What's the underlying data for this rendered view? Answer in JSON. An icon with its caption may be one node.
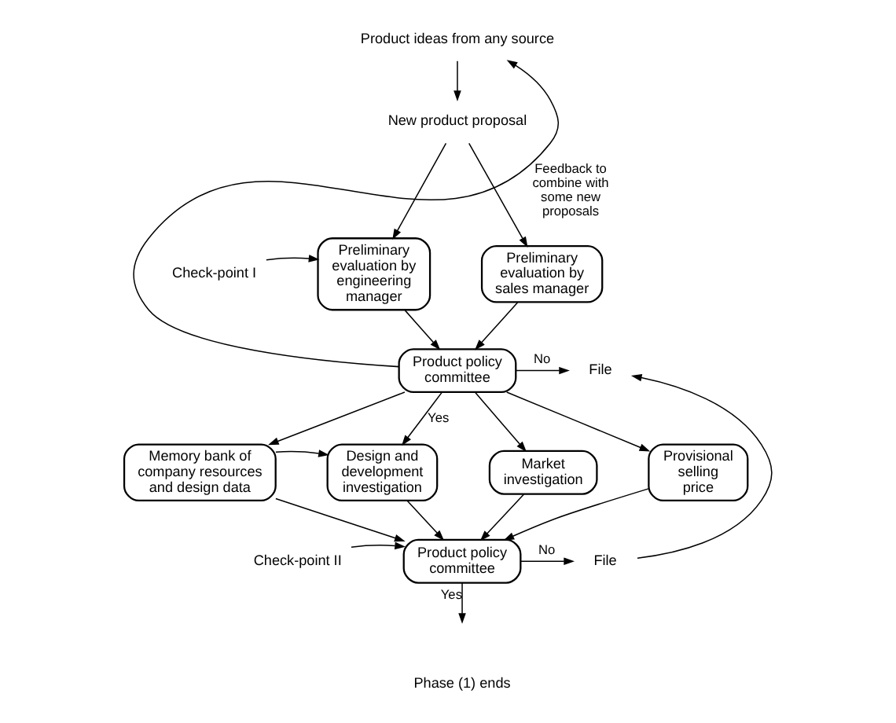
{
  "diagram": {
    "nodes": [
      {
        "text": [
          "Product ideas from any source"
        ]
      },
      {
        "text": [
          "New product proposal"
        ]
      },
      {
        "text": [
          "Check-point I"
        ]
      },
      {
        "text": [
          "Preliminary evaluation by engineering manager"
        ]
      },
      {
        "text": [
          "Preliminary evaluation by sales manager"
        ]
      },
      {
        "text": [
          "Product policy committee"
        ]
      },
      {
        "text": [
          "File"
        ]
      },
      {
        "text": [
          "Memory bank of company resources and design data"
        ]
      },
      {
        "text": [
          "Design and development investigation"
        ]
      },
      {
        "text": [
          "Market investigation"
        ]
      },
      {
        "text": [
          "Provisional selling price"
        ]
      },
      {
        "text": [
          "Check-point II"
        ]
      },
      {
        "text": [
          "Product policy committee"
        ]
      },
      {
        "text": [
          "File"
        ]
      }
    ],
    "edges": [
      {
        "from": 0,
        "to": 1,
        "arrow": "to"
      },
      {
        "from": 1,
        "to": 3,
        "arrow": "to"
      },
      {
        "from": 1,
        "to": 4,
        "arrow": "to"
      },
      {
        "from": 2,
        "to": 3,
        "arrow": "to"
      },
      {
        "from": 3,
        "to": 5,
        "arrow": "to"
      },
      {
        "from": 4,
        "to": 5,
        "arrow": "to"
      },
      {
        "from": 5,
        "to": 6,
        "arrow": "to",
        "label": "No"
      },
      {
        "from": 5,
        "to": 0,
        "arrow": "to",
        "label": "Feedback to combine with some new proposals"
      },
      {
        "from": 5,
        "to": 7,
        "arrow": "to"
      },
      {
        "from": 5,
        "to": 8,
        "arrow": "to",
        "label": "Yes"
      },
      {
        "from": 5,
        "to": 9,
        "arrow": "to"
      },
      {
        "from": 5,
        "to": 10,
        "arrow": "to"
      },
      {
        "from": 7,
        "to": 8,
        "arrow": "to"
      },
      {
        "from": 7,
        "to": 12,
        "arrow": "to"
      },
      {
        "from": 8,
        "to": 12,
        "arrow": "to"
      },
      {
        "from": 9,
        "to": 12,
        "arrow": "to"
      },
      {
        "from": 10,
        "to": 12,
        "arrow": "to"
      },
      {
        "from": 11,
        "to": 12,
        "arrow": "to"
      },
      {
        "from": 12,
        "to": 13,
        "arrow": "to",
        "label": "No"
      },
      {
        "from": 13,
        "to": 6,
        "arrow": "to"
      },
      {
        "from": 12,
        "to": null,
        "arrow": "to",
        "label": "Yes"
      }
    ],
    "labels": [
      "Phase (1) ends"
    ]
  }
}
